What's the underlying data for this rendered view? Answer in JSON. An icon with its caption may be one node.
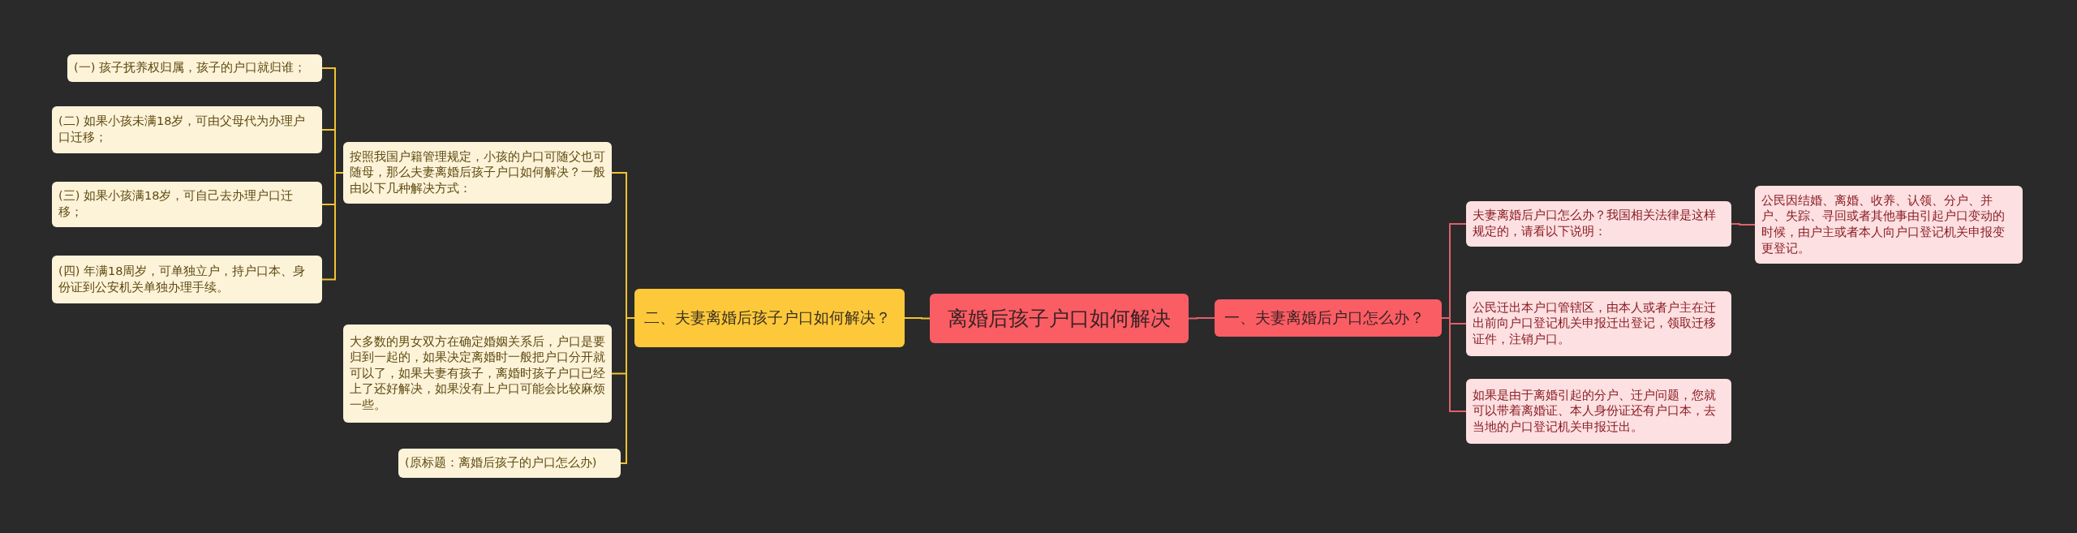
{
  "diagram": {
    "nodes": [
      {
        "text": [
          "离婚后孩子户口如何解决"
        ]
      },
      {
        "text": [
          "二、夫妻离婚后孩子户口如何解决？"
        ]
      },
      {
        "text": [
          "按照我国户籍管理规定，小孩的户口可随父也可随母，那么夫妻离婚后孩子户口如何解决？一般由以下几种解决方式："
        ]
      },
      {
        "text": [
          "(一) 孩子抚养权归属，孩子的户口就归谁；"
        ]
      },
      {
        "text": [
          "(二) 如果小孩未满18岁，可由父母代为办理户口迁移；"
        ]
      },
      {
        "text": [
          "(三) 如果小孩满18岁，可自己去办理户口迁移；"
        ]
      },
      {
        "text": [
          "(四) 年满18周岁，可单独立户，持户口本、身份证到公安机关单独办理手续。"
        ]
      },
      {
        "text": [
          "大多数的男女双方在确定婚姻关系后，户口是要归到一起的，如果决定离婚时一般把户口分开就可以了，如果夫妻有孩子，离婚时孩子户口已经上了还好解决，如果没有上户口可能会比较麻烦一些。"
        ]
      },
      {
        "text": [
          "(原标题：离婚后孩子的户口怎么办)"
        ]
      },
      {
        "text": [
          "一、夫妻离婚后户口怎么办？"
        ]
      },
      {
        "text": [
          "夫妻离婚后户口怎么办？我国相关法律是这样规定的，请看以下说明："
        ]
      },
      {
        "text": [
          "公民因结婚、离婚、收养、认领、分户、并户、失踪、寻回或者其他事由引起户口变动的时候，由户主或者本人向户口登记机关申报变更登记。"
        ]
      },
      {
        "text": [
          "公民迁出本户口管辖区，由本人或者户主在迁出前向户口登记机关申报迁出登记，领取迁移证件，注销户口。"
        ]
      },
      {
        "text": [
          "如果是由于离婚引起的分户、迁户问题，您就可以带着离婚证、本人身份证还有户口本，去当地的户口登记机关申报迁出。"
        ]
      }
    ],
    "edges": [
      {
        "from": 0,
        "to": 1,
        "arrow": "none"
      },
      {
        "from": 1,
        "to": 2,
        "arrow": "none"
      },
      {
        "from": 2,
        "to": 3,
        "arrow": "none"
      },
      {
        "from": 2,
        "to": 4,
        "arrow": "none"
      },
      {
        "from": 2,
        "to": 5,
        "arrow": "none"
      },
      {
        "from": 2,
        "to": 6,
        "arrow": "none"
      },
      {
        "from": 1,
        "to": 7,
        "arrow": "none"
      },
      {
        "from": 1,
        "to": 8,
        "arrow": "none"
      },
      {
        "from": 0,
        "to": 9,
        "arrow": "none",
        "color": "#e0606a"
      },
      {
        "from": 9,
        "to": 10,
        "arrow": "none",
        "color": "#e0606a"
      },
      {
        "from": 10,
        "to": 11,
        "arrow": "none",
        "color": "#e0606a"
      },
      {
        "from": 9,
        "to": 12,
        "arrow": "none",
        "color": "#e0606a"
      },
      {
        "from": 9,
        "to": 13,
        "arrow": "none",
        "color": "#e0606a"
      }
    ]
  }
}
